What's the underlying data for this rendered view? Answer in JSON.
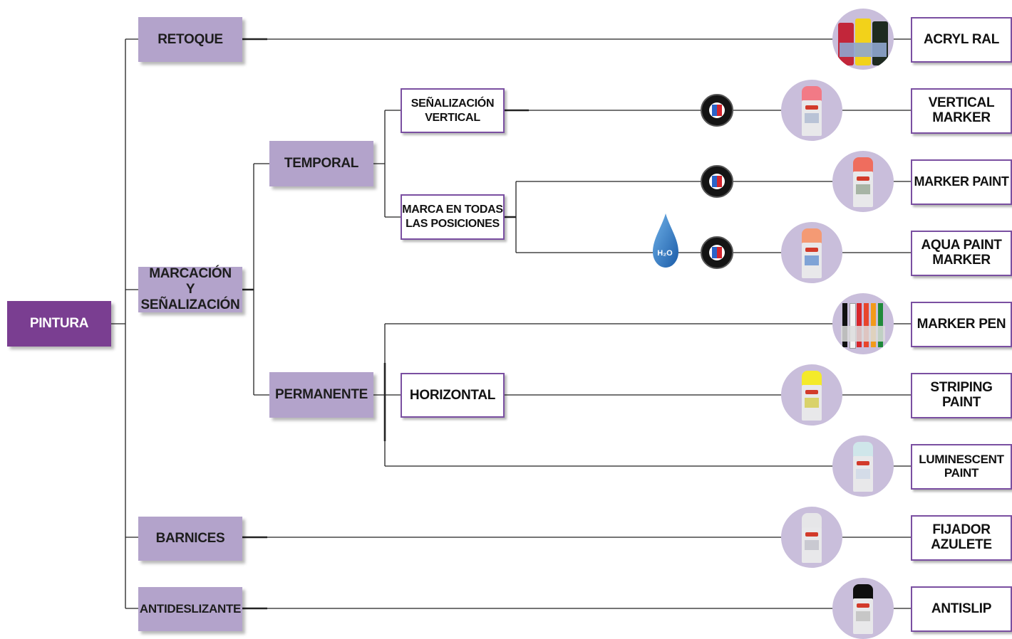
{
  "root": {
    "label": "PINTURA"
  },
  "categories": {
    "retoque": "RETOQUE",
    "marcacion": "MARCACIÓN\nY SEÑALIZACIÓN",
    "barnices": "BARNICES",
    "antideslizante": "ANTIDESLIZANTE"
  },
  "subcategories": {
    "temporal": "TEMPORAL",
    "permanente": "PERMANENTE",
    "senalizacion_vertical": "SEÑALIZACIÓN\nVERTICAL",
    "marca_todas_posiciones": "MARCA EN TODAS\nLAS POSICIONES",
    "horizontal": "HORIZONTAL"
  },
  "products": {
    "acryl_ral": "ACRYL RAL",
    "vertical_marker": "VERTICAL\nMARKER",
    "marker_paint": "MARKER PAINT",
    "aqua_paint_marker": "AQUA PAINT\nMARKER",
    "marker_pen": "MARKER PEN",
    "striping_paint": "STRIPING\nPAINT",
    "luminescent_paint": "LUMINESCENT\nPAINT",
    "fijador_azulete": "FIJADOR\nAZULETE",
    "antislip": "ANTISLIP"
  },
  "badges": {
    "h2o": "H₂O"
  },
  "colors": {
    "root_fill": "#7a3e91",
    "category_fill": "#b3a3cb",
    "box_border": "#7a4fa1",
    "circle_fill": "#c9bedb",
    "connector": "#222222"
  },
  "icons": {
    "product_image": "spray-can-photo",
    "valve_badge": "360-valve-system-badge",
    "water_drop": "water-drop-h2o-icon"
  }
}
